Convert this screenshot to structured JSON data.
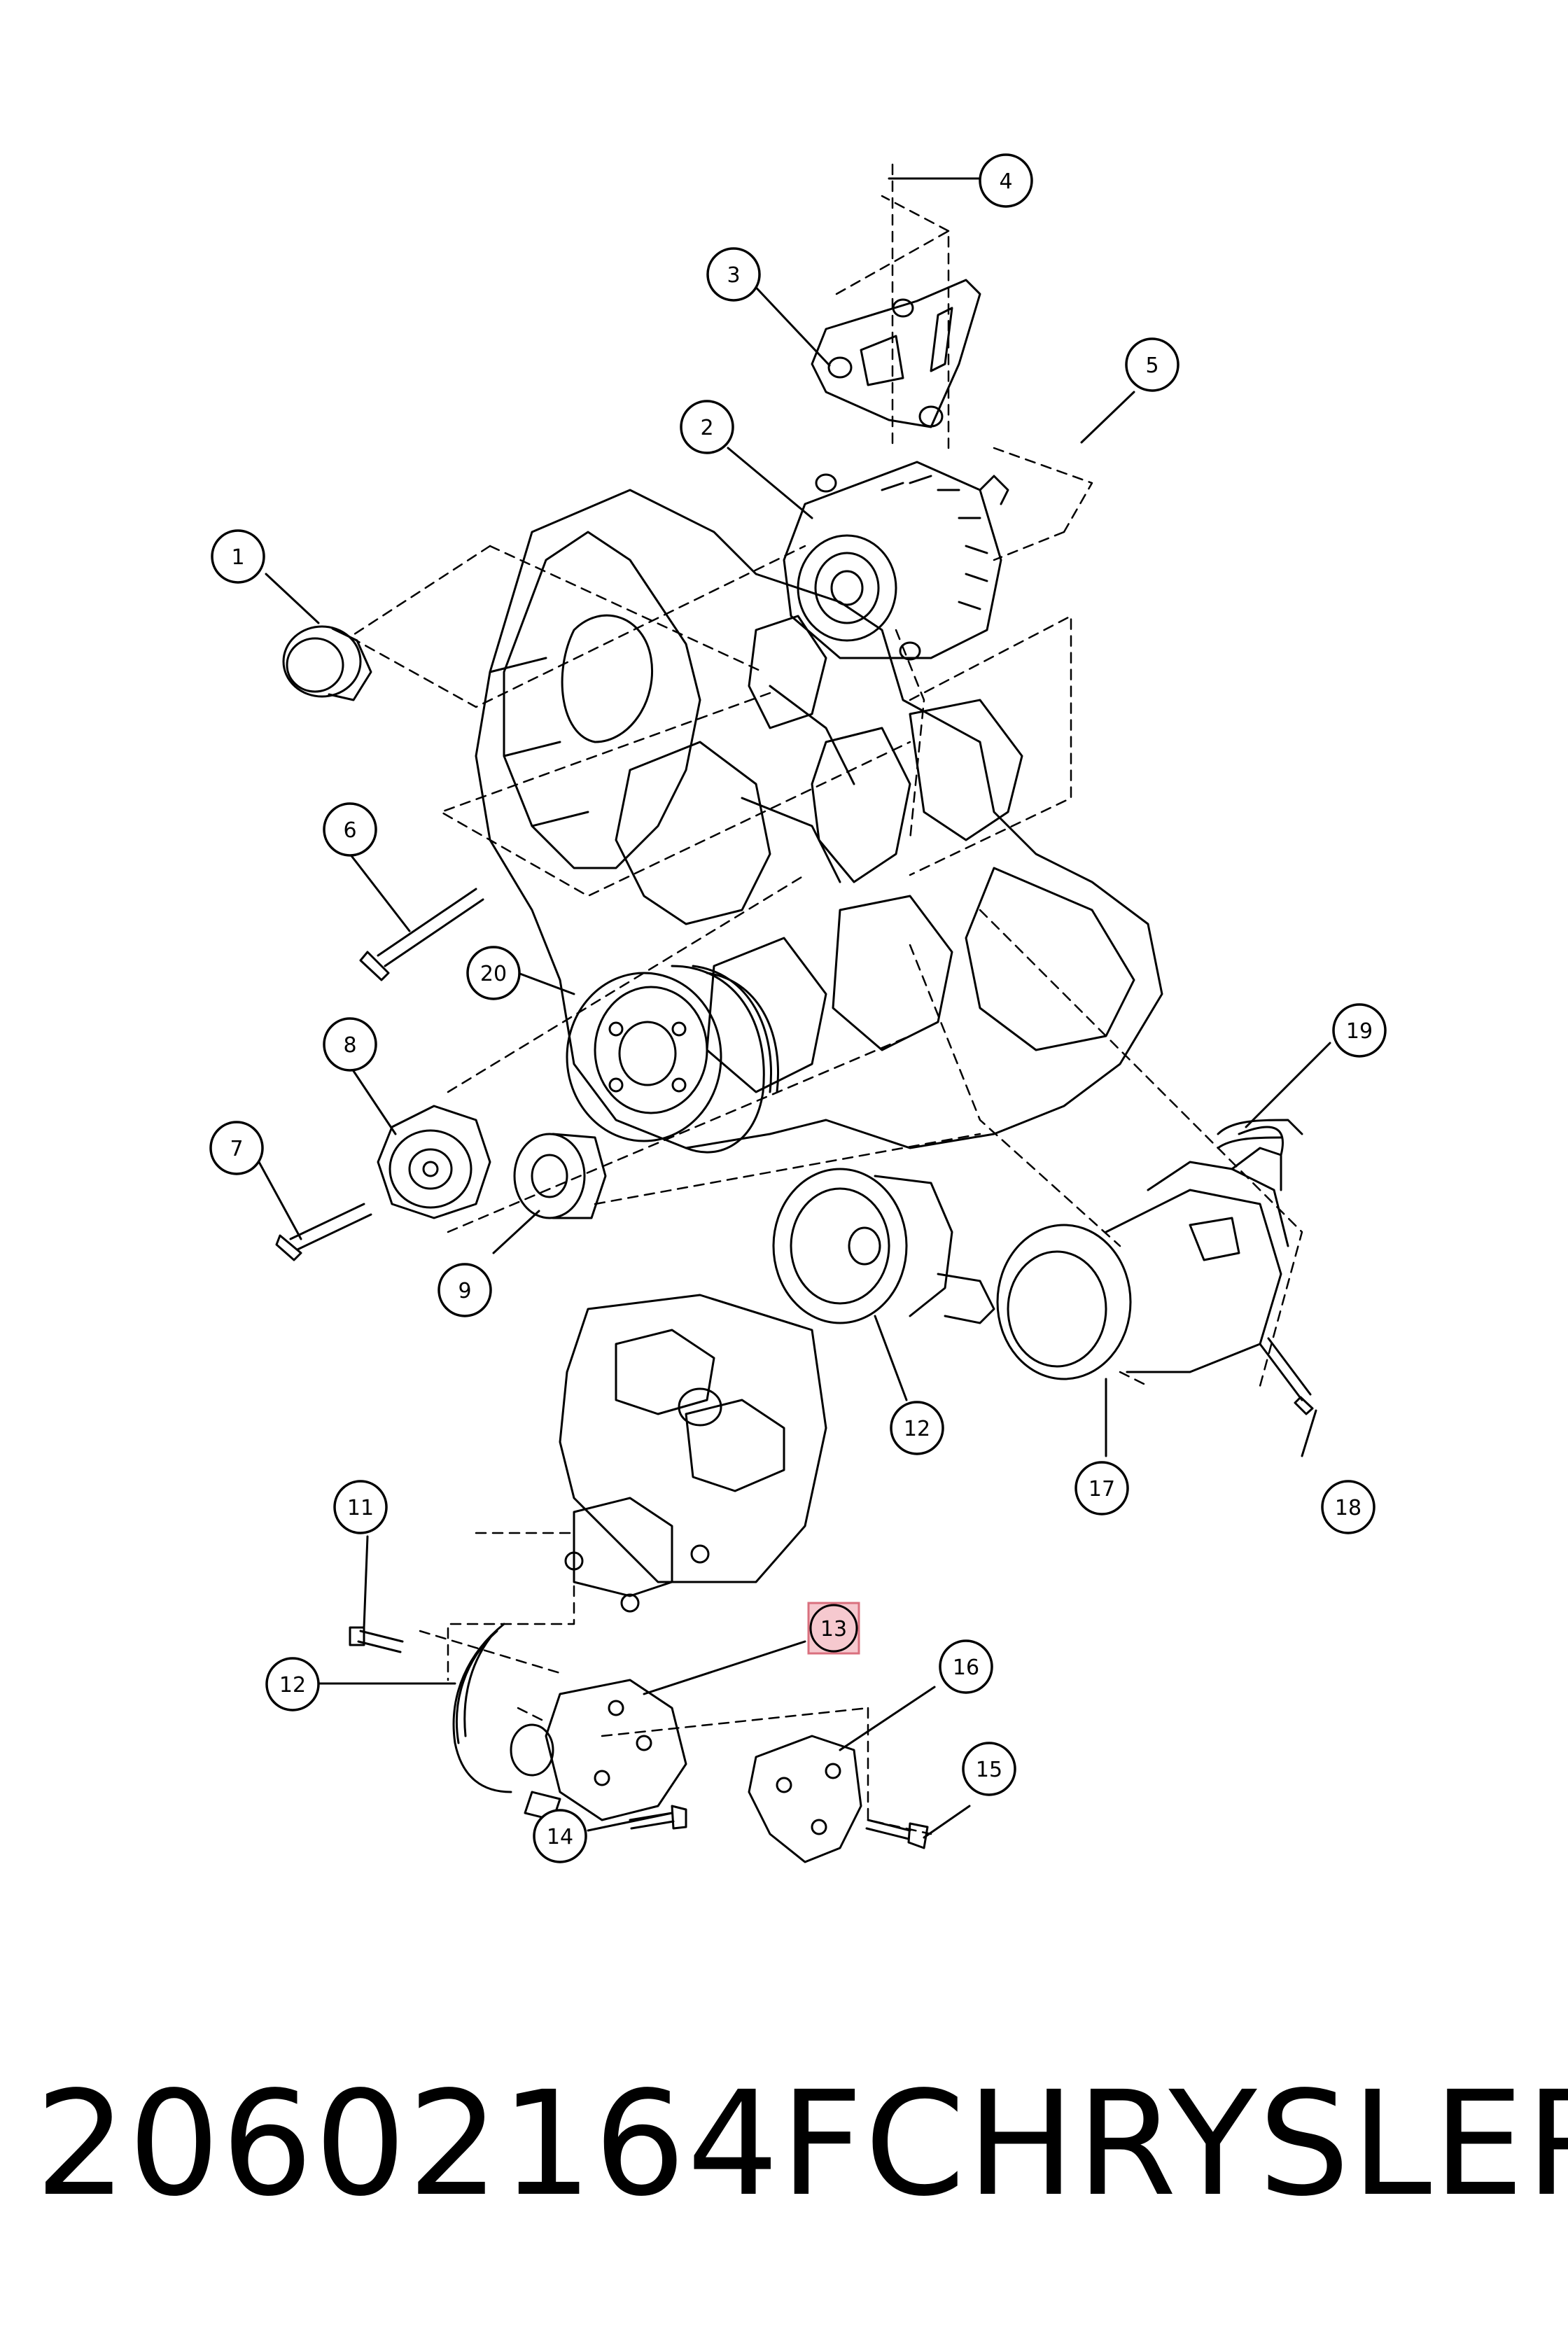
{
  "caption": {
    "part_number": "20602164F",
    "brand": "CHRYSLER"
  },
  "callouts": [
    {
      "label": "1",
      "highlighted": false
    },
    {
      "label": "2",
      "highlighted": false
    },
    {
      "label": "3",
      "highlighted": false
    },
    {
      "label": "4",
      "highlighted": false
    },
    {
      "label": "5",
      "highlighted": false
    },
    {
      "label": "6",
      "highlighted": false
    },
    {
      "label": "7",
      "highlighted": false
    },
    {
      "label": "8",
      "highlighted": false
    },
    {
      "label": "9",
      "highlighted": false
    },
    {
      "label": "20",
      "highlighted": false
    },
    {
      "label": "12",
      "highlighted": false
    },
    {
      "label": "17",
      "highlighted": false
    },
    {
      "label": "18",
      "highlighted": false
    },
    {
      "label": "19",
      "highlighted": false
    },
    {
      "label": "11",
      "highlighted": false
    },
    {
      "label": "12",
      "highlighted": false
    },
    {
      "label": "13",
      "highlighted": true
    },
    {
      "label": "14",
      "highlighted": false
    },
    {
      "label": "15",
      "highlighted": false
    },
    {
      "label": "16",
      "highlighted": false
    }
  ],
  "colors": {
    "line": "#000000",
    "highlight_fill": "#f6c9cf",
    "highlight_stroke": "#d9707e"
  }
}
